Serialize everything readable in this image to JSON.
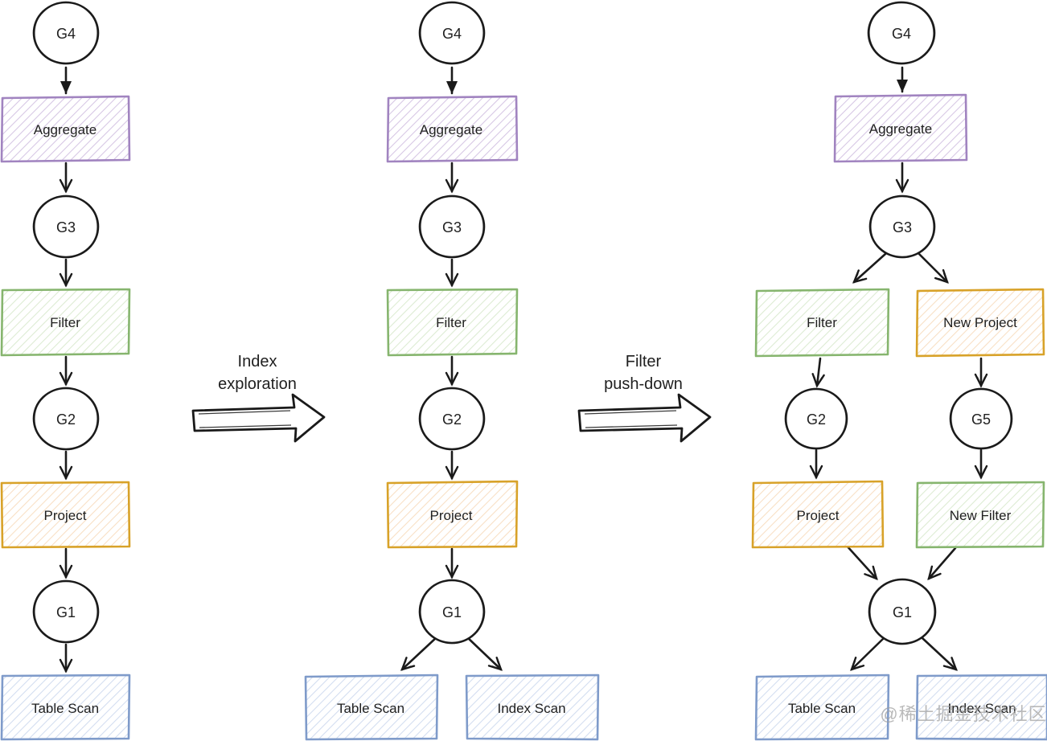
{
  "page": {
    "background": "#ffffff"
  },
  "watermark": {
    "text": "@稀土掘金技术社区",
    "color": "#a0a0a0"
  },
  "transform_arrows": [
    {
      "id": "index-exploration",
      "line1": "Index",
      "line2": "exploration"
    },
    {
      "id": "filter-pushdown",
      "line1": "Filter",
      "line2": "push-down"
    }
  ],
  "trees": {
    "left": {
      "g4": "G4",
      "aggregate": "Aggregate",
      "g3": "G3",
      "filter": "Filter",
      "g2": "G2",
      "project": "Project",
      "g1": "G1",
      "table_scan": "Table Scan"
    },
    "middle": {
      "g4": "G4",
      "aggregate": "Aggregate",
      "g3": "G3",
      "filter": "Filter",
      "g2": "G2",
      "project": "Project",
      "g1": "G1",
      "table_scan": "Table Scan",
      "index_scan": "Index Scan"
    },
    "right": {
      "g4": "G4",
      "aggregate": "Aggregate",
      "g3": "G3",
      "filter": "Filter",
      "new_project": "New Project",
      "g2": "G2",
      "g5": "G5",
      "project": "Project",
      "new_filter": "New Filter",
      "g1": "G1",
      "table_scan": "Table Scan",
      "index_scan": "Index Scan"
    }
  },
  "colors": {
    "ink": "#1b1b1b",
    "label_text": "#1f1f1f",
    "aggregate_border": "#a184c0",
    "aggregate_hatch": "#d6c6e4",
    "filter_border": "#86b56e",
    "filter_hatch": "#dcebd2",
    "project_border": "#d8a229",
    "project_hatch": "#f8dfc3",
    "scan_border": "#7f9bca",
    "scan_hatch": "#d2ddf0"
  }
}
